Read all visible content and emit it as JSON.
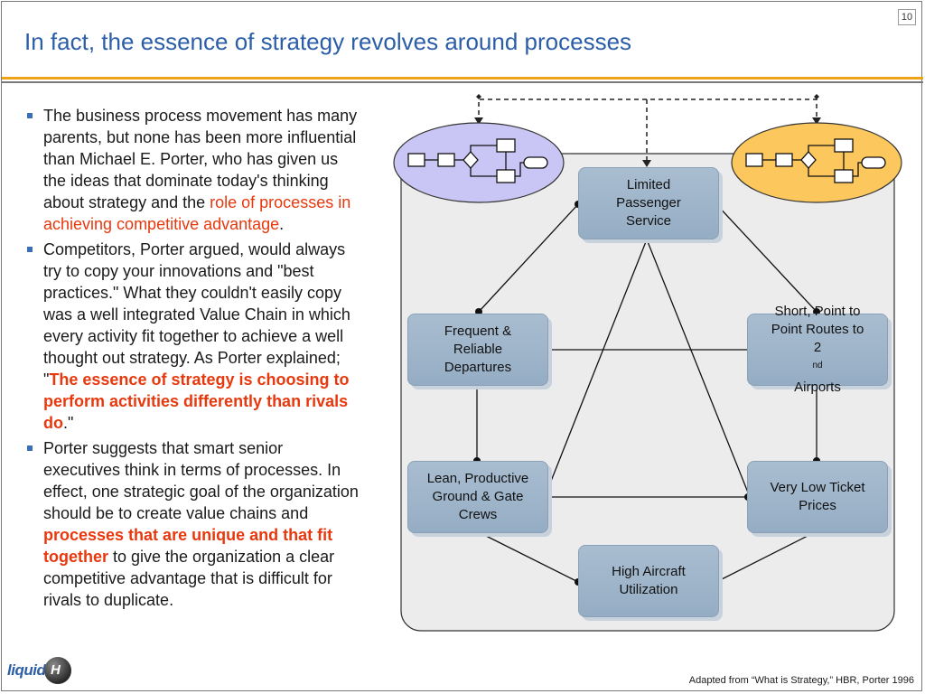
{
  "slide": {
    "title": "In fact, the essence of strategy revolves around processes",
    "page_number": "10",
    "source": "Adapted from “What is Strategy,” HBR, Porter 1996"
  },
  "logo": {
    "text": "liquid",
    "ball_text": "H"
  },
  "bullets": [
    {
      "a": "The business process movement has many parents, but none has been more influential than Michael E. Porter, who has given us the ideas that dominate today's thinking about strategy and the ",
      "b": "role of processes in achieving competitive advantage",
      "c": "."
    },
    {
      "a": "Competitors, Porter argued, would always try to copy your innovations and \"best practices.\" What they couldn't easily copy was a well integrated Value Chain in which every activity fit together to achieve a well thought out strategy. As Porter explained; \"",
      "b": "The essence of strategy is choosing to perform activities differently than rivals do",
      "c": ".\""
    },
    {
      "a": "Porter suggests that smart senior executives think in terms of processes. In effect, one strategic goal of the organization should be to create value chains and ",
      "b": "processes that are unique and that fit together",
      "c": " to give the organization a clear competitive advantage that is difficult for rivals to duplicate."
    }
  ],
  "diagram": {
    "colors": {
      "left_process": "#c9c6f5",
      "right_process": "#fcc75c",
      "node": "#a3b8cc",
      "panel": "#ececec"
    },
    "nodes": {
      "limited_service": [
        "Limited",
        "Passenger",
        "Service"
      ],
      "frequent_departures": [
        "Frequent &",
        "Reliable",
        "Departures"
      ],
      "short_routes": {
        "line1": "Short, Point to",
        "line2": "Point Routes to",
        "line3_a": "2",
        "line3_sup": "nd",
        "line3_b": " Airports"
      },
      "lean_crews": [
        "Lean, Productive",
        "Ground & Gate",
        "Crews"
      ],
      "low_prices": [
        "Very Low Ticket",
        "Prices"
      ],
      "high_utilization": [
        "High Aircraft",
        "Utilization"
      ]
    }
  }
}
